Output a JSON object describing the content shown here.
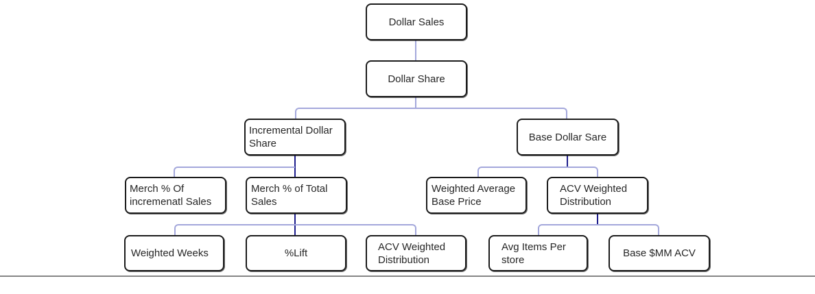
{
  "diagram": {
    "type": "hierarchy-tree",
    "nodes": {
      "dollar_sales": "Dollar Sales",
      "dollar_share": "Dollar Share",
      "incremental_dollar_share": "Incremental Dollar Share",
      "base_dollar_sare": "Base Dollar Sare",
      "merch_pct_of_incremenatl_sales": "Merch % Of incremenatl Sales",
      "merch_pct_of_total_sales": "Merch % of Total Sales",
      "weighted_average_base_price": "Weighted Average Base Price",
      "acv_weighted_distribution_mid": "ACV Weighted Distribution",
      "weighted_weeks": "Weighted Weeks",
      "pct_lift": "%Lift",
      "acv_weighted_distribution_bottom": "ACV Weighted Distribution",
      "avg_items_per_store": "Avg Items Per store",
      "base_mm_acv": "Base $MM ACV"
    },
    "edges": [
      [
        "Dollar Sales",
        "Dollar Share"
      ],
      [
        "Dollar Share",
        "Incremental Dollar Share"
      ],
      [
        "Dollar Share",
        "Base Dollar Sare"
      ],
      [
        "Incremental Dollar Share",
        "Merch % Of incremenatl Sales"
      ],
      [
        "Incremental Dollar Share",
        "Merch % of Total Sales"
      ],
      [
        "Base Dollar Sare",
        "Weighted Average Base Price"
      ],
      [
        "Base Dollar Sare",
        "ACV Weighted Distribution"
      ],
      [
        "Merch % of Total Sales",
        "Weighted Weeks"
      ],
      [
        "Merch % of Total Sales",
        "%Lift"
      ],
      [
        "Merch % of Total Sales",
        "ACV Weighted Distribution"
      ],
      [
        "ACV Weighted Distribution",
        "Avg Items Per store"
      ],
      [
        "ACV Weighted Distribution",
        "Base $MM ACV"
      ]
    ],
    "colors": {
      "connector_light": "#a3a7db",
      "connector_dark": "#1d1d8c",
      "box_border": "#1b1b1b",
      "box_fill": "#ffffff",
      "text": "#262626",
      "divider": "#858585"
    }
  }
}
